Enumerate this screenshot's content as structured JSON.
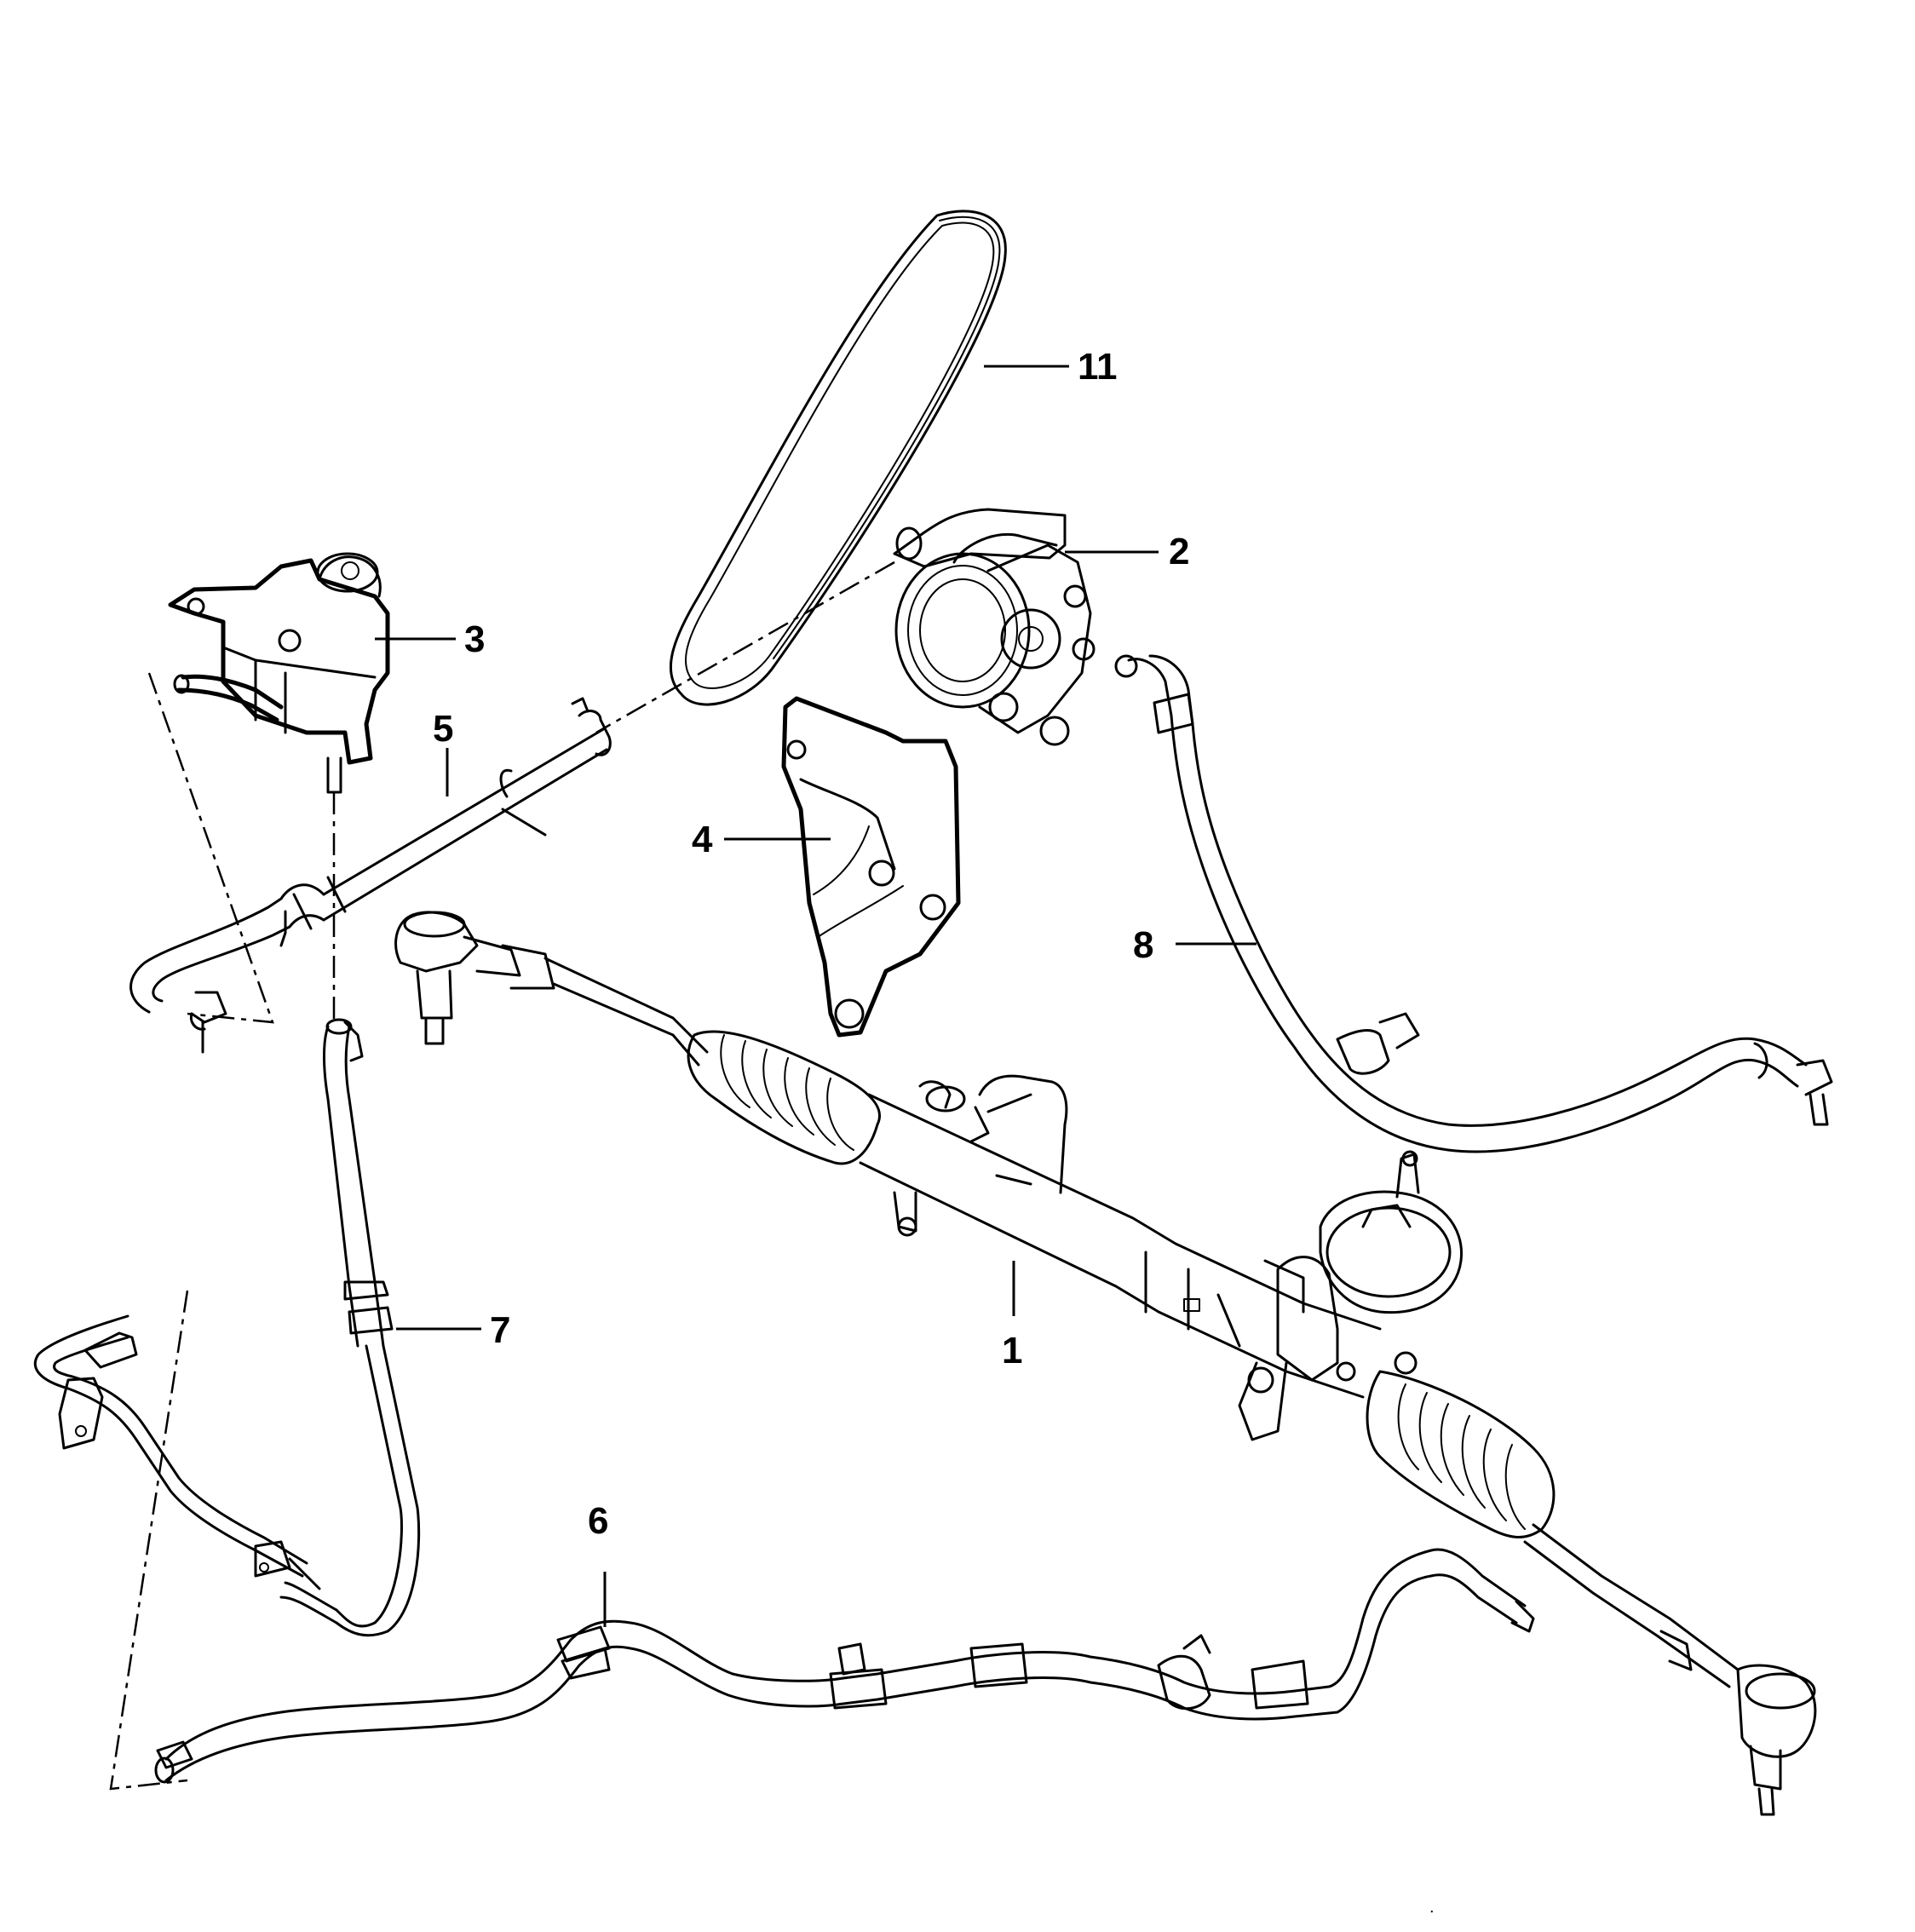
{
  "callouts": [
    {
      "id": "c1",
      "label": "1"
    },
    {
      "id": "c2",
      "label": "2"
    },
    {
      "id": "c3",
      "label": "3"
    },
    {
      "id": "c4",
      "label": "4"
    },
    {
      "id": "c5",
      "label": "5"
    },
    {
      "id": "c6",
      "label": "6"
    },
    {
      "id": "c7",
      "label": "7"
    },
    {
      "id": "c8",
      "label": "8"
    },
    {
      "id": "c11",
      "label": "11"
    }
  ],
  "footer_mark": "."
}
